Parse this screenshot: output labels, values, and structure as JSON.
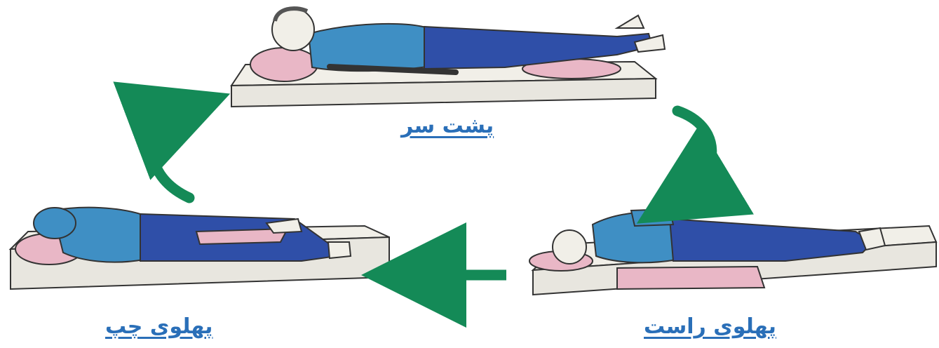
{
  "positions": {
    "back": "پشت سر",
    "right_side": "پهلوی راست",
    "left_side": "پهلوی چپ"
  },
  "colors": {
    "label": "#2a6fb8",
    "arrow": "#148a57",
    "shirt": "#3f8fc4",
    "pants": "#2f4fa8",
    "pillow": "#e9b7c6",
    "mattress": "#f1efe8",
    "outline": "#333333"
  },
  "icons": [
    "curved-arrow-icon",
    "curved-arrow-icon",
    "straight-arrow-icon"
  ]
}
